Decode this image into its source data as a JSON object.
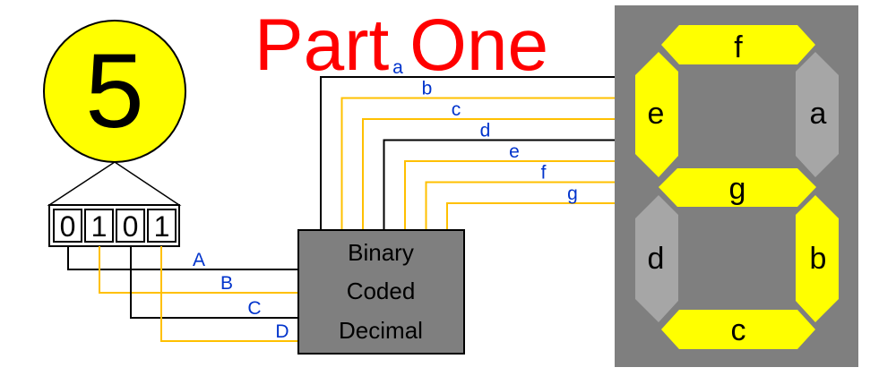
{
  "title": {
    "text": "Part One",
    "color": "#ff0000"
  },
  "digit": {
    "value": "5",
    "fill": "#ffff00"
  },
  "binary": {
    "bits": [
      "0",
      "1",
      "0",
      "1"
    ]
  },
  "bcd_box": {
    "lines": [
      "Binary",
      "Coded",
      "Decimal"
    ],
    "fill": "#7f7f7f"
  },
  "input_labels": [
    "A",
    "B",
    "C",
    "D"
  ],
  "output_labels": [
    "a",
    "b",
    "c",
    "d",
    "e",
    "f",
    "g"
  ],
  "label_color": "#0033cc",
  "wire_colors": {
    "active": "#000000",
    "inactive": "#ffc000"
  },
  "display": {
    "background": "#7f7f7f",
    "on_color": "#ffff00",
    "off_color": "#a6a6a6",
    "segments": [
      {
        "name": "f",
        "state": "on"
      },
      {
        "name": "e",
        "state": "on"
      },
      {
        "name": "a",
        "state": "off"
      },
      {
        "name": "g",
        "state": "on"
      },
      {
        "name": "d",
        "state": "off"
      },
      {
        "name": "b",
        "state": "on"
      },
      {
        "name": "c",
        "state": "on"
      }
    ]
  }
}
